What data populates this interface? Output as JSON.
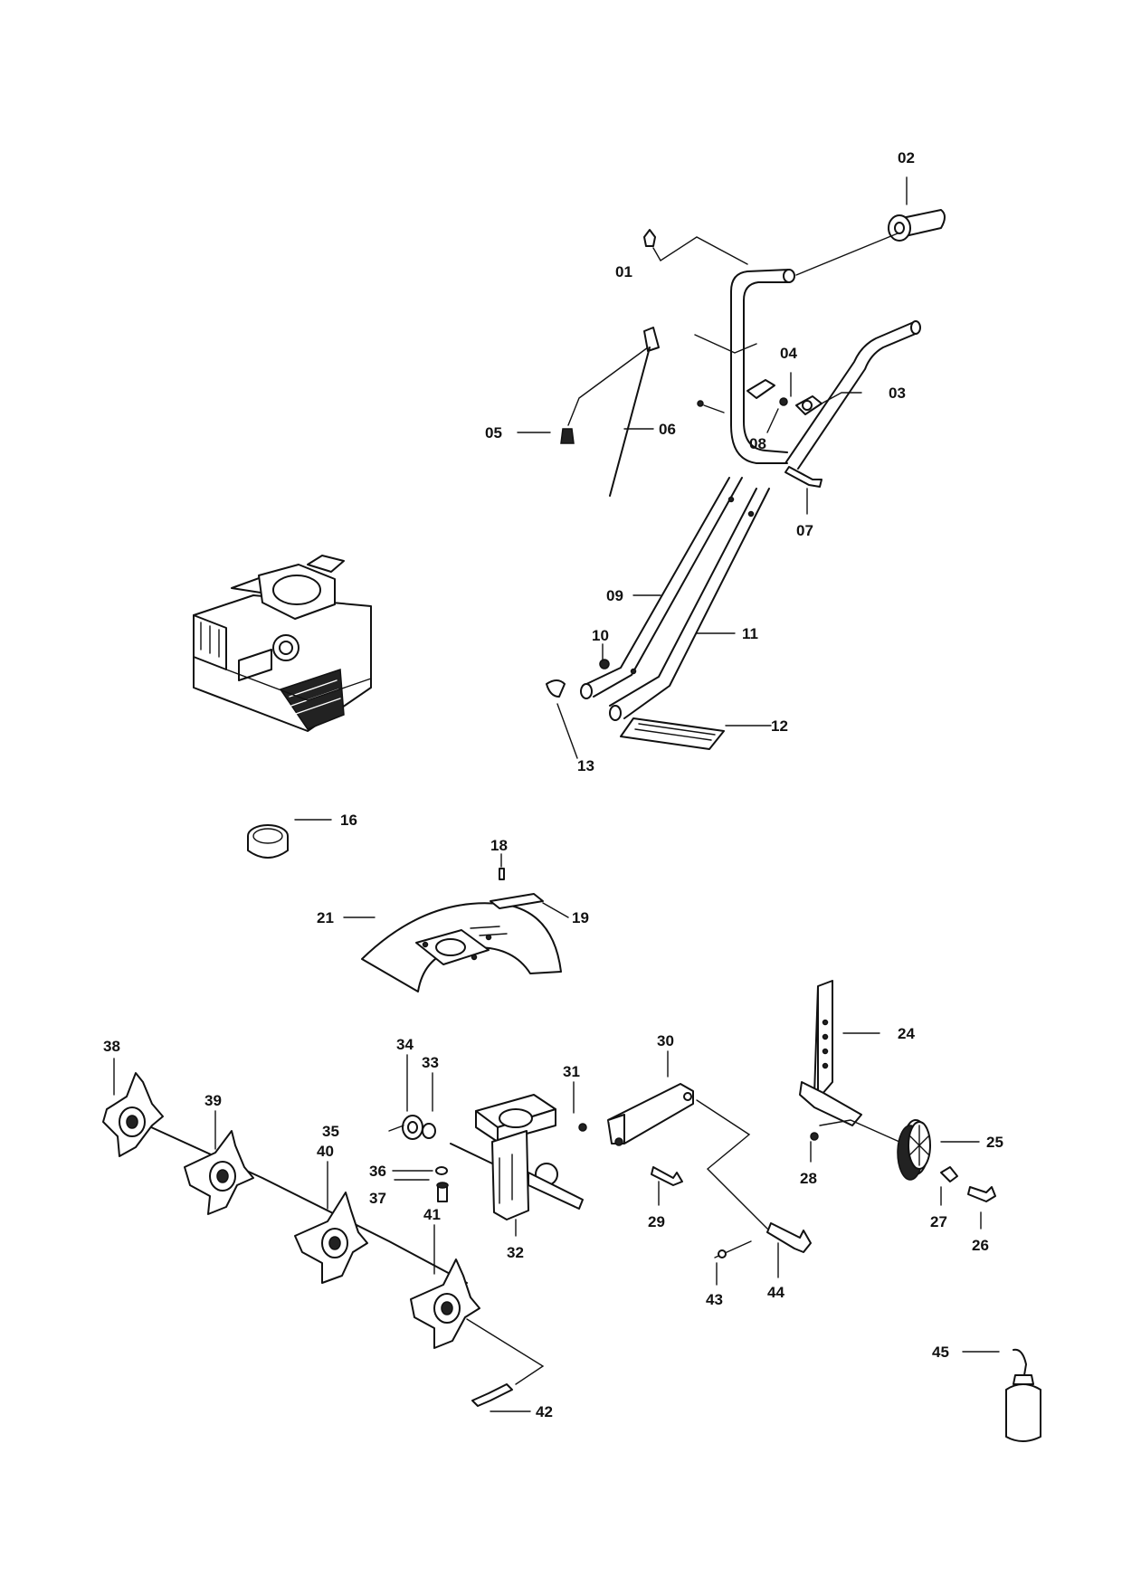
{
  "labels": {
    "p01": "01",
    "p02": "02",
    "p03": "03",
    "p04": "04",
    "p05": "05",
    "p06": "06",
    "p07": "07",
    "p08": "08",
    "p09": "09",
    "p10": "10",
    "p11": "11",
    "p12": "12",
    "p13": "13",
    "p16": "16",
    "p18": "18",
    "p19": "19",
    "p21": "21",
    "p24": "24",
    "p25": "25",
    "p26": "26",
    "p27": "27",
    "p28": "28",
    "p29": "29",
    "p30": "30",
    "p31": "31",
    "p32": "32",
    "p33": "33",
    "p34": "34",
    "p35": "35",
    "p36": "36",
    "p37": "37",
    "p38": "38",
    "p39": "39",
    "p40": "40",
    "p41": "41",
    "p42": "42",
    "p43": "43",
    "p44": "44",
    "p45": "45"
  },
  "colors": {
    "ink": "#111111",
    "paper": "#ffffff"
  }
}
